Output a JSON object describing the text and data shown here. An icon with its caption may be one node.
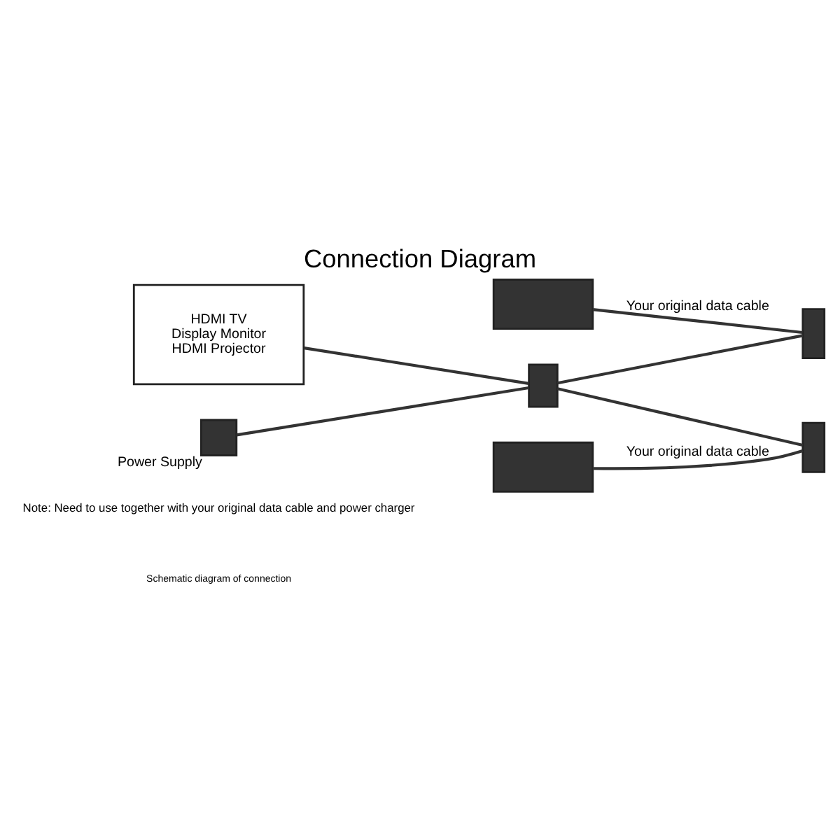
{
  "diagram": {
    "title": "Connection Diagram",
    "nodes": [
      {
        "text": [
          "HDMI TV",
          "Display Monitor",
          "HDMI Projector"
        ]
      },
      {
        "text": [],
        "shape": "box",
        "beside": [
          "Power Supply"
        ]
      },
      {
        "text": [],
        "shape": "box"
      },
      {
        "text": [],
        "shape": "box"
      },
      {
        "text": [],
        "shape": "box"
      },
      {
        "text": [],
        "shape": "box"
      },
      {
        "text": [],
        "shape": "box"
      }
    ],
    "edges": [
      {
        "from": 0,
        "to": 2,
        "arrow": "none"
      },
      {
        "from": 1,
        "to": 2,
        "arrow": "none"
      },
      {
        "from": 2,
        "to": 3,
        "arrow": "none"
      },
      {
        "from": 2,
        "to": 4,
        "arrow": "none"
      },
      {
        "from": 5,
        "to": 3,
        "arrow": "none",
        "label": "Your original data cable"
      },
      {
        "from": 6,
        "to": 4,
        "arrow": "none",
        "label": "Your original data cable"
      }
    ],
    "labels": [
      "Schematic diagram of connection",
      "Note: Need to use together with your original data cable and power charger"
    ]
  }
}
